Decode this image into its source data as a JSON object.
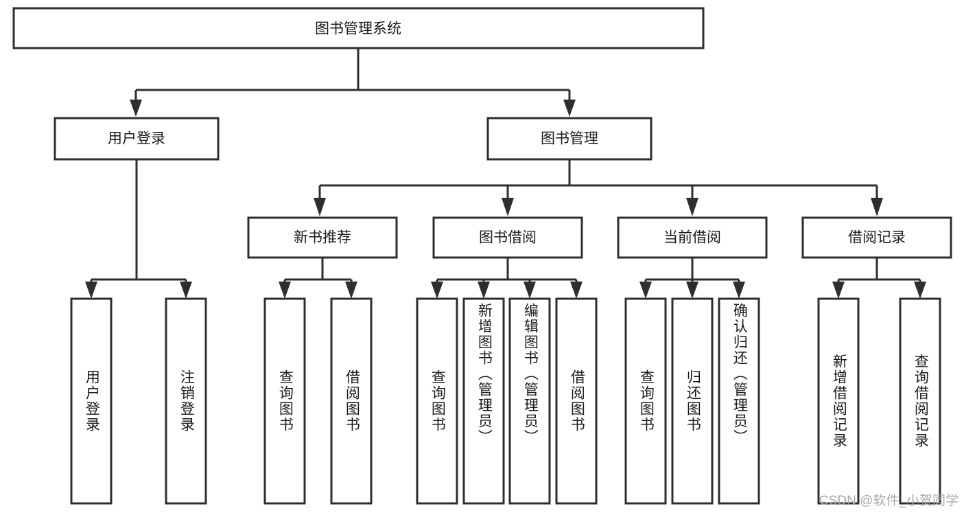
{
  "diagram": {
    "title": "图书管理系统",
    "watermark": "CSDN @软件_小贺同学",
    "orientation": "top-down-tree",
    "levels": 4,
    "colors": {
      "stroke": "#2e2e2e",
      "box_fill": "#ffffff",
      "text": "#1a1a1a",
      "background": "#ffffff",
      "watermark": "#a8a8a8"
    },
    "root": {
      "label": "图书管理系统"
    },
    "level2": [
      {
        "label": "用户登录"
      },
      {
        "label": "图书管理"
      }
    ],
    "level3": [
      {
        "label": "新书推荐"
      },
      {
        "label": "图书借阅"
      },
      {
        "label": "当前借阅"
      },
      {
        "label": "借阅记录"
      }
    ],
    "leaves": {
      "user_login": [
        {
          "label": "用户登录"
        },
        {
          "label": "注销登录"
        }
      ],
      "new_book_recommend": [
        {
          "label": "查询图书"
        },
        {
          "label": "借阅图书"
        }
      ],
      "book_borrow": [
        {
          "label": "查询图书"
        },
        {
          "label": "新增图书（管理员）"
        },
        {
          "label": "编辑图书（管理员）"
        },
        {
          "label": "借阅图书"
        }
      ],
      "current_borrow": [
        {
          "label": "查询图书"
        },
        {
          "label": "归还图书"
        },
        {
          "label": "确认归还（管理员）"
        }
      ],
      "borrow_record": [
        {
          "label": "新增借阅记录"
        },
        {
          "label": "查询借阅记录"
        }
      ]
    }
  }
}
